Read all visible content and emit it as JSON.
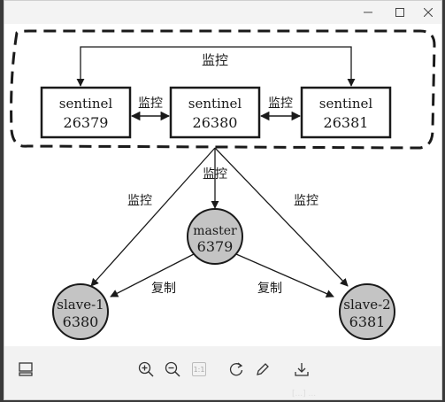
{
  "window": {
    "controls": {
      "minimize": "—",
      "maximize": "☐",
      "close": "✕"
    }
  },
  "diagram": {
    "top_monitor_label": "监控",
    "link_label_left": "监控",
    "link_label_right": "监控",
    "center_down_label": "监控",
    "left_diag_label": "监控",
    "right_diag_label": "监控",
    "replicate_left_label": "复制",
    "replicate_right_label": "复制",
    "sentinels": [
      {
        "name": "sentinel",
        "port": "26379"
      },
      {
        "name": "sentinel",
        "port": "26380"
      },
      {
        "name": "sentinel",
        "port": "26381"
      }
    ],
    "master": {
      "name": "master",
      "port": "6379"
    },
    "slaves": [
      {
        "name": "slave-1",
        "port": "6380"
      },
      {
        "name": "slave-2",
        "port": "6381"
      }
    ],
    "node_fill": "#c4c4c4",
    "stroke": "#1a1a1a"
  },
  "toolbar": {
    "zoom_reset_label": "1:1",
    "icons": [
      "thumbnail-icon",
      "zoom-in-icon",
      "zoom-out-icon",
      "actual-size-icon",
      "rotate-icon",
      "edit-icon",
      "download-icon"
    ]
  },
  "background_snippet": "[...] ..."
}
